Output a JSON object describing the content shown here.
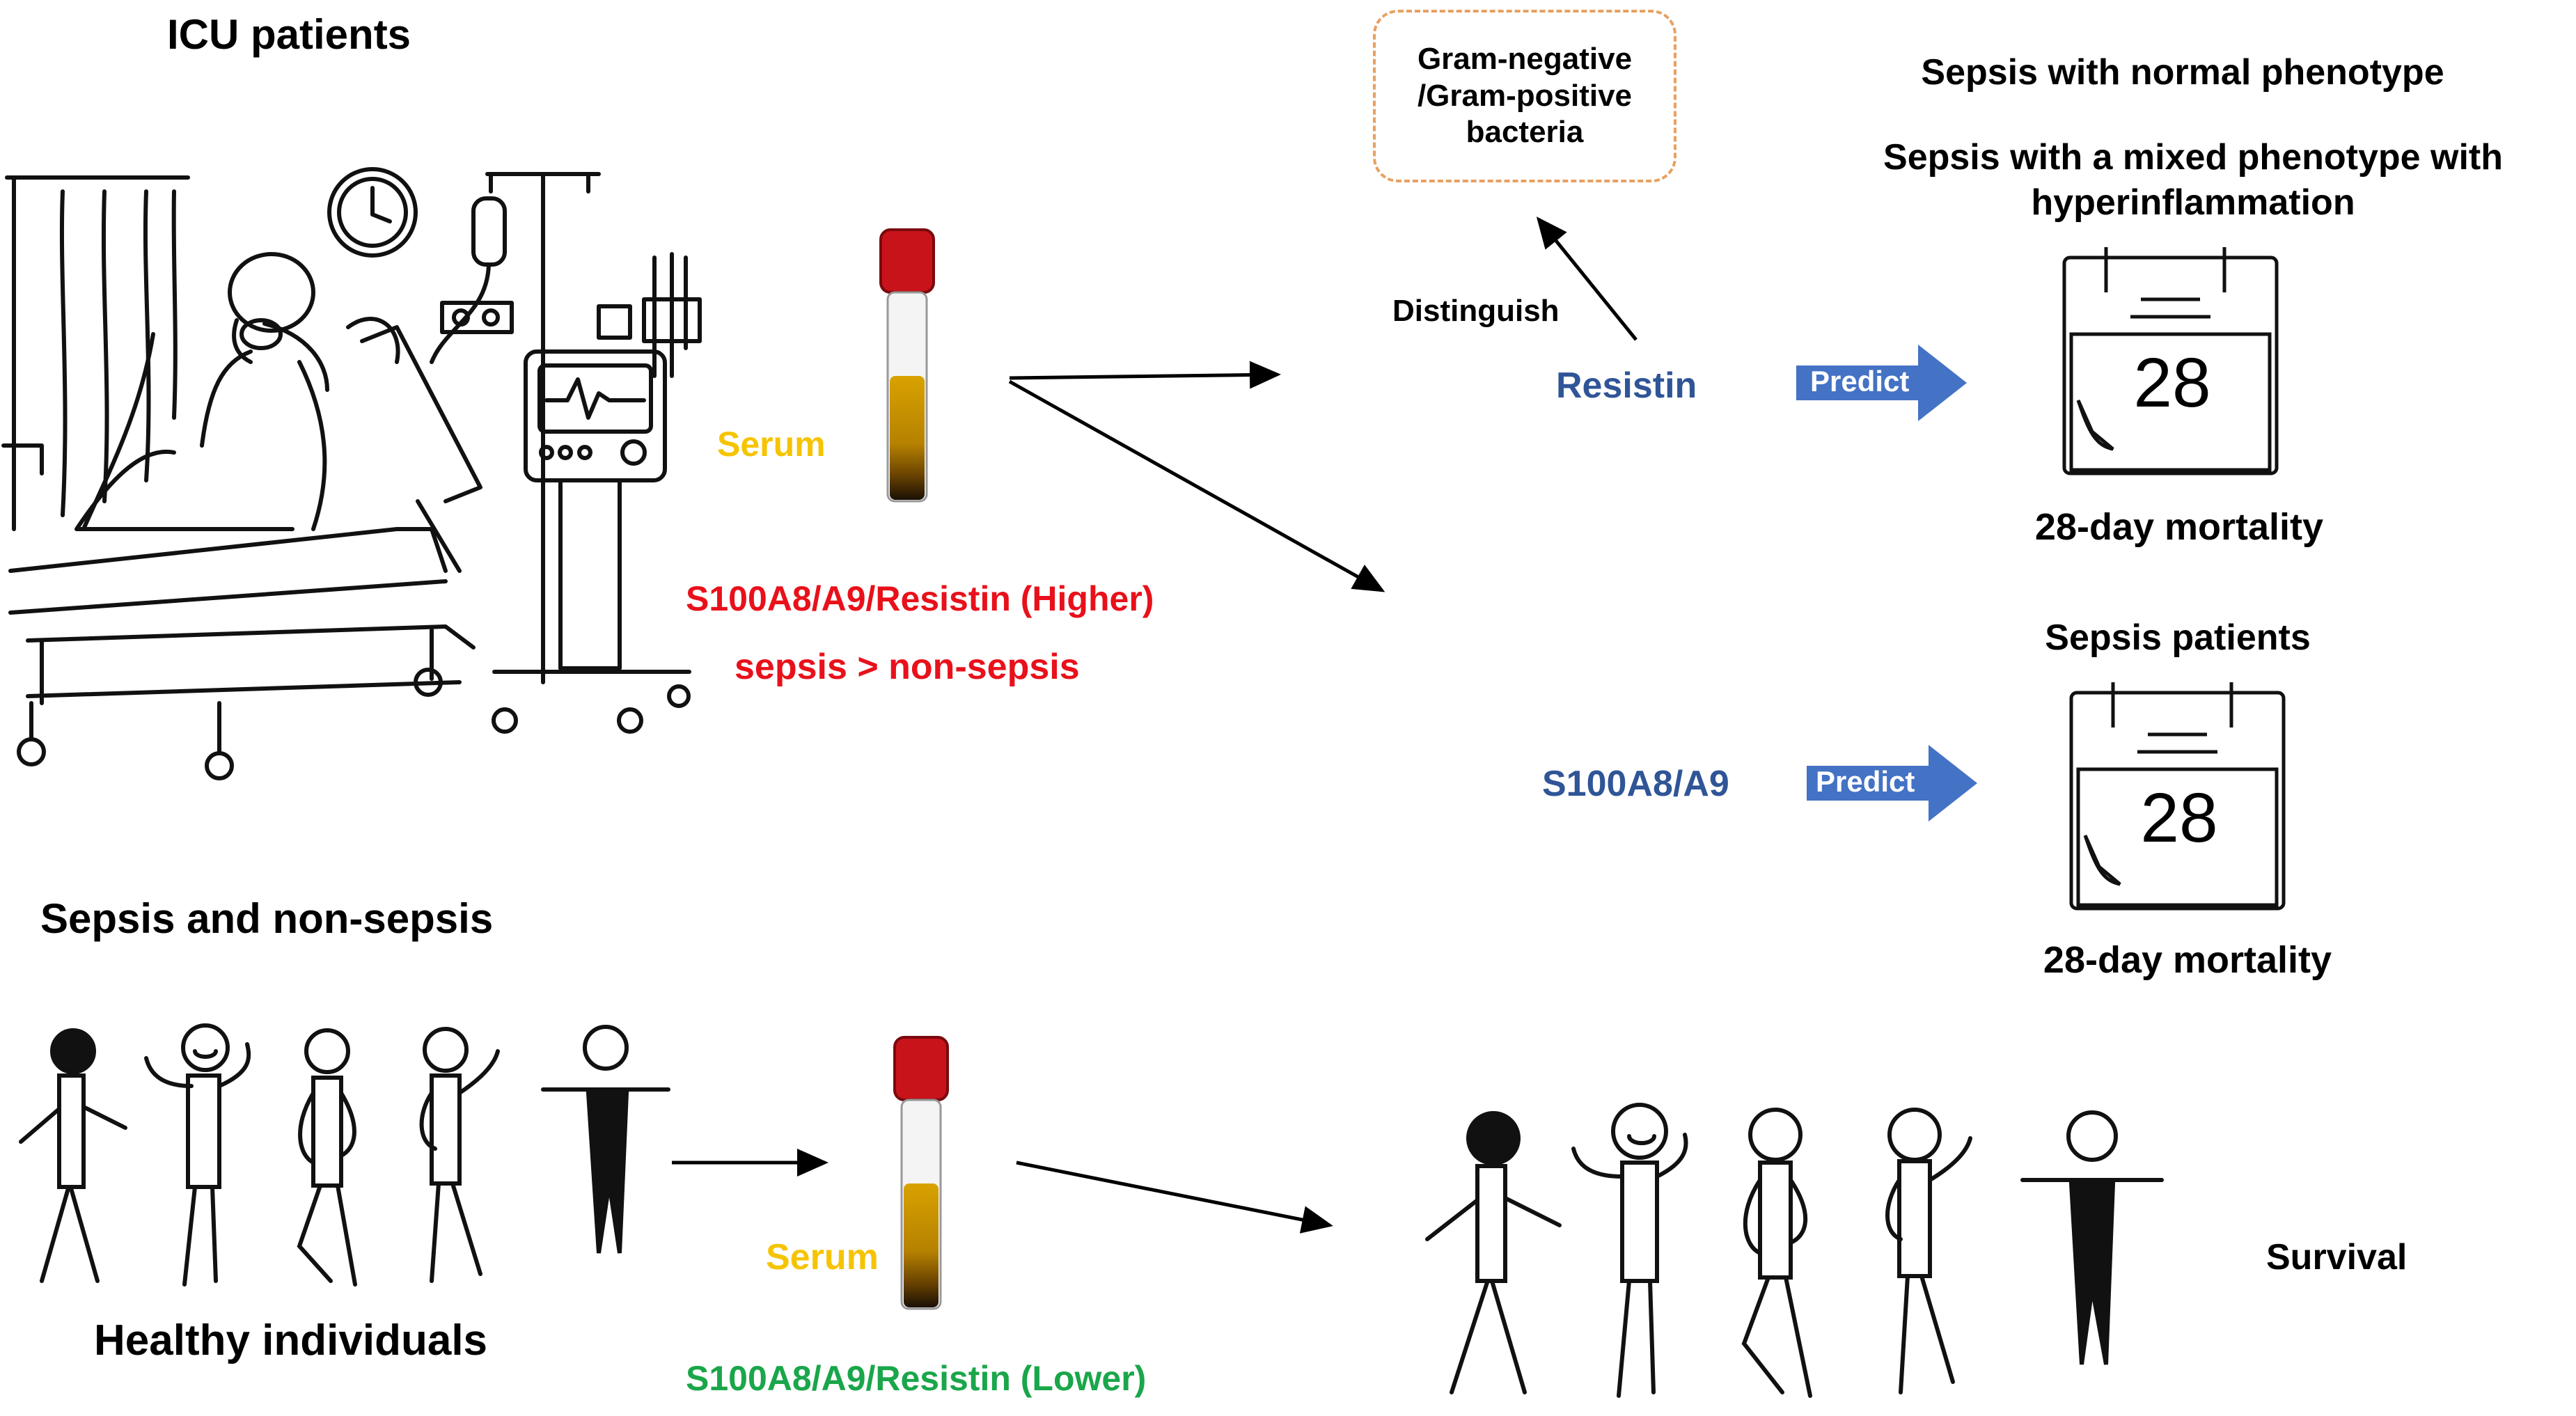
{
  "top_left": {
    "title": "ICU patients",
    "serum_label": "Serum",
    "marker_higher": "S100A8/A9/Resistin (Higher)",
    "comparison": "sepsis > non-sepsis"
  },
  "bottom_left": {
    "title": "Sepsis and non-sepsis",
    "subtitle": "Healthy individuals",
    "serum_label": "Serum",
    "marker_lower": "S100A8/A9/Resistin (Lower)"
  },
  "resistin_branch": {
    "bacteria_line1": "Gram-negative",
    "bacteria_line2": "/Gram-positive",
    "bacteria_line3": "bacteria",
    "distinguish_label": "Distinguish",
    "marker": "Resistin",
    "predict_label": "Predict",
    "phenotype_normal": "Sepsis with normal phenotype",
    "phenotype_mixed_line1": "Sepsis with a mixed phenotype with",
    "phenotype_mixed_line2": "hyperinflammation",
    "calendar_number": "28",
    "outcome": "28-day mortality"
  },
  "s100_branch": {
    "group": "Sepsis patients",
    "marker": "S100A8/A9",
    "predict_label": "Predict",
    "calendar_number": "28",
    "outcome": "28-day mortality"
  },
  "bottom_right": {
    "outcome": "Survival"
  },
  "colors": {
    "serum_yellow": "#f5c400",
    "higher_red": "#e8111b",
    "lower_green": "#1aa64a",
    "marker_blue": "#2f5597",
    "arrow_blue": "#4472c4",
    "dash_orange": "#e8a062"
  }
}
